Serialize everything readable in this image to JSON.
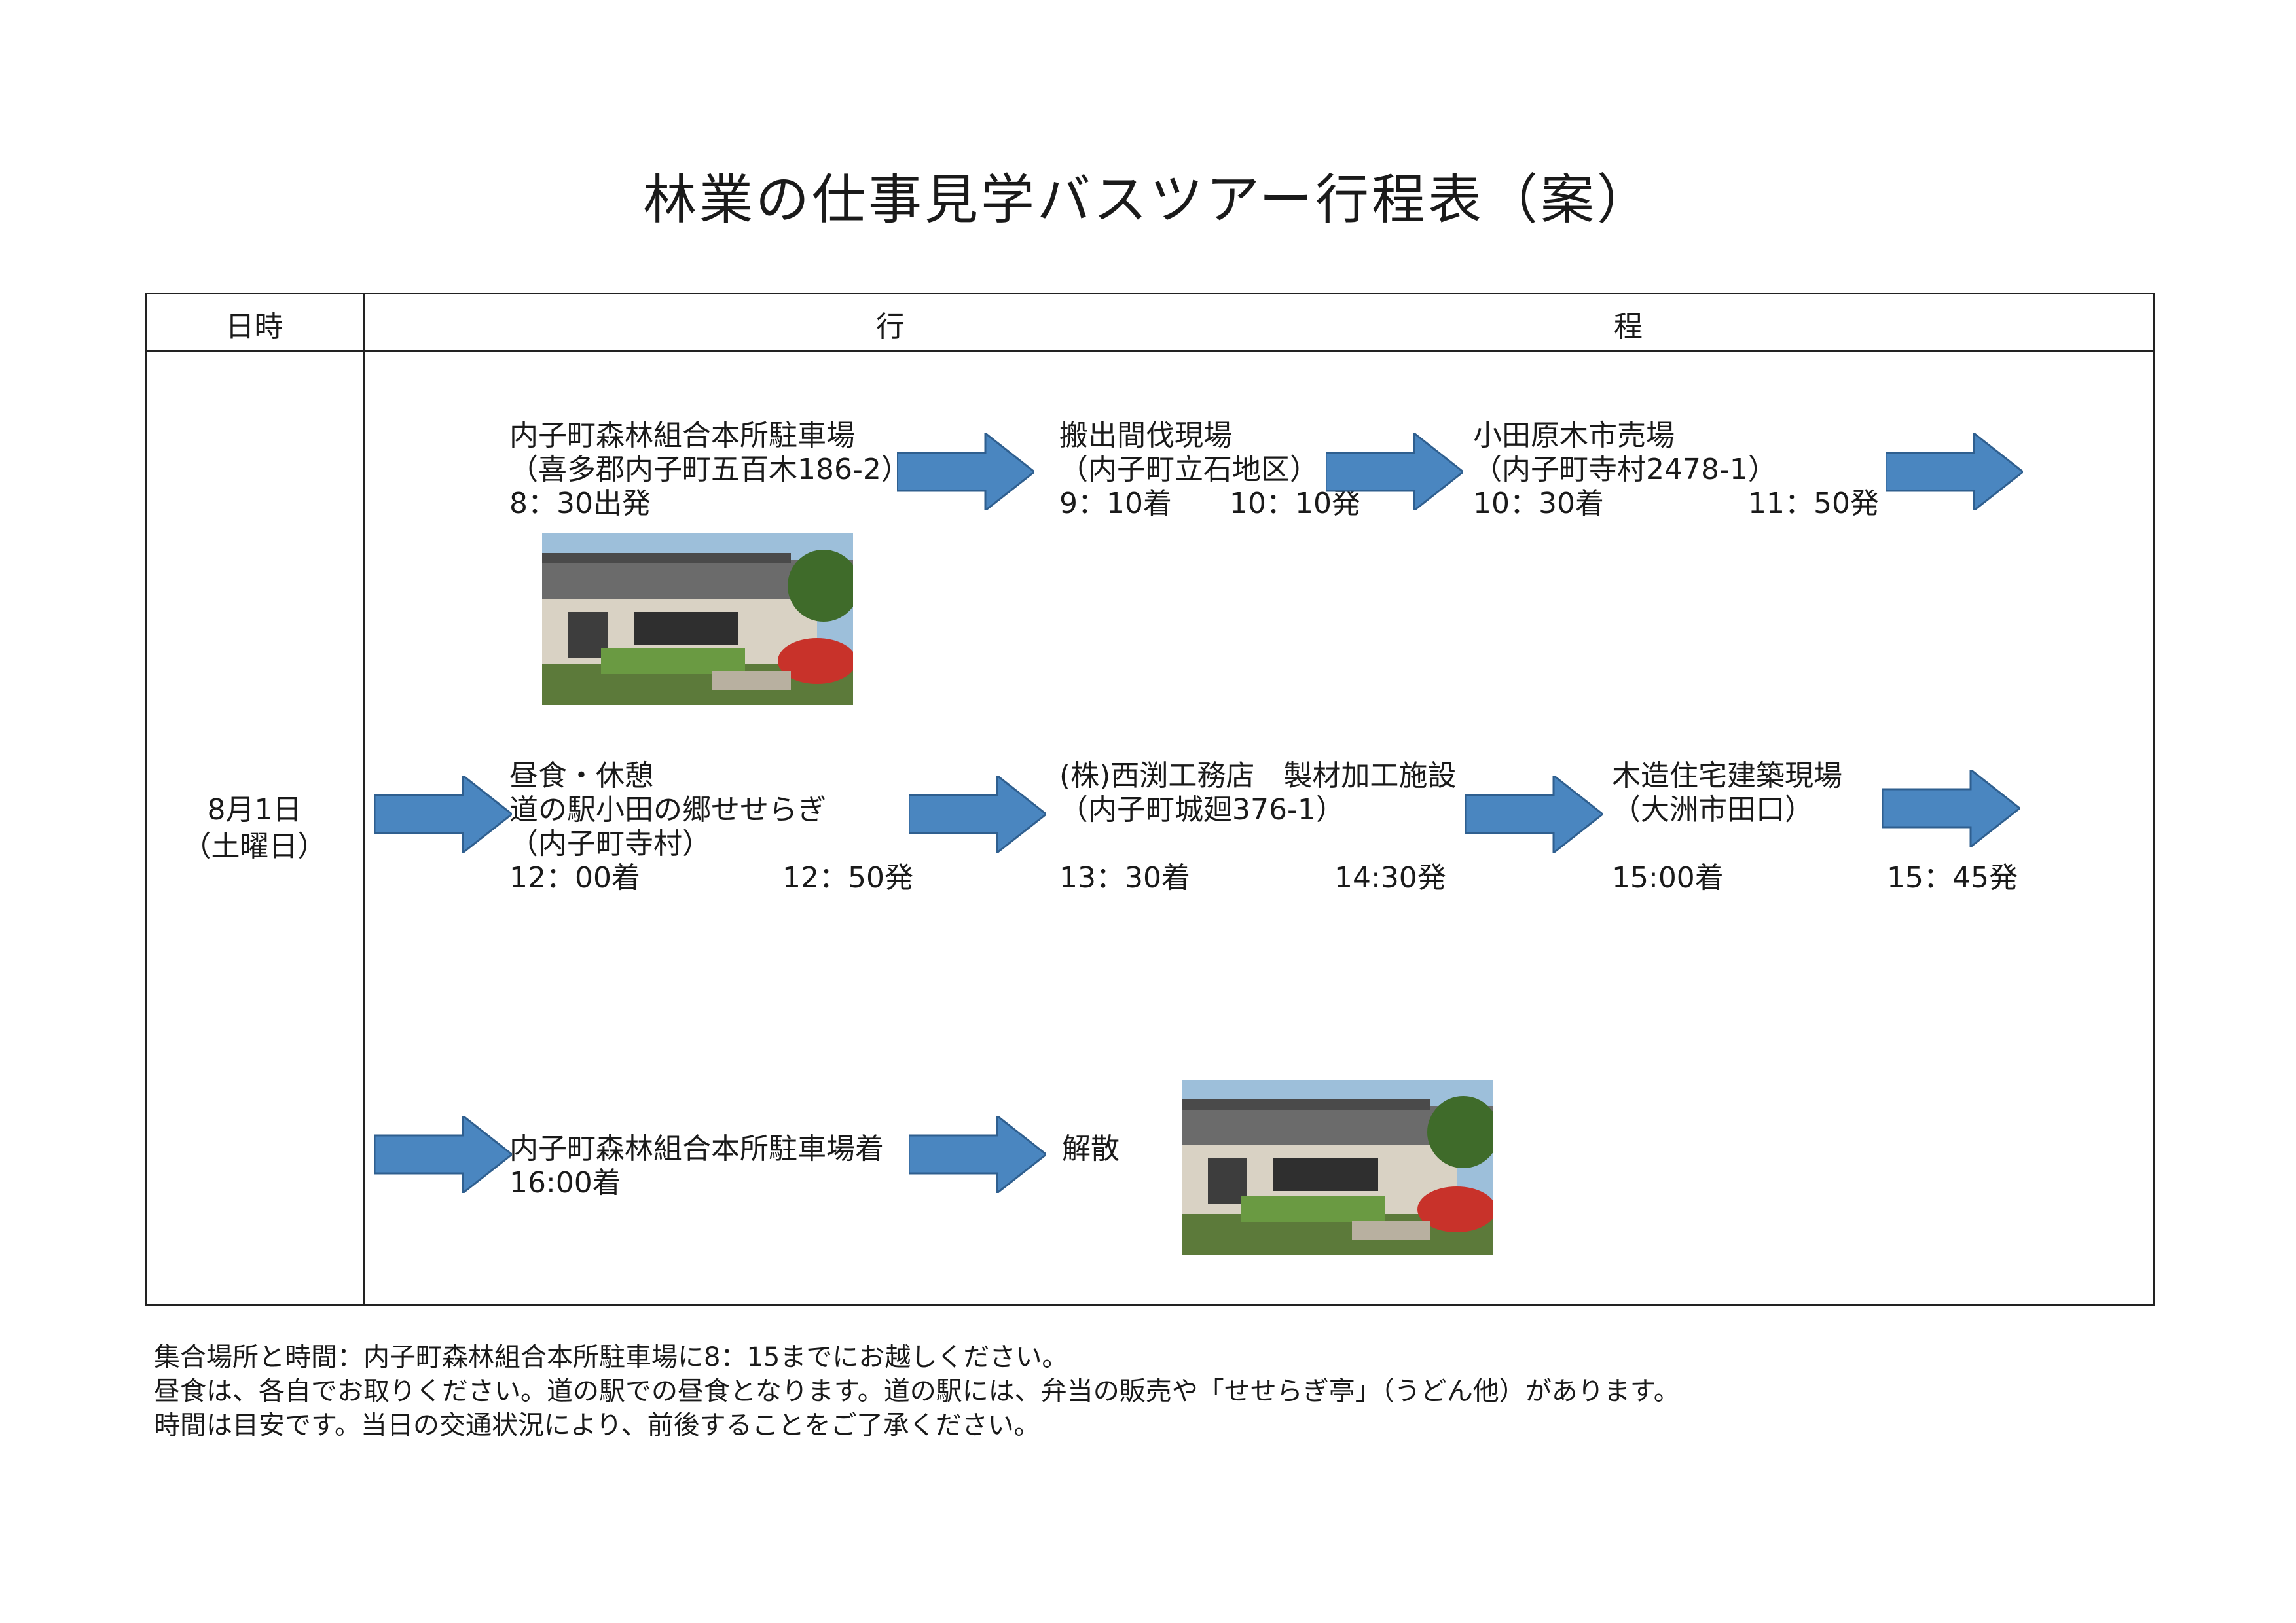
{
  "title": "林業の仕事見学バスツアー行程表（案）",
  "table": {
    "header_date": "日時",
    "header_itinerary_1": "行",
    "header_itinerary_2": "程",
    "date_line1": "8月1日",
    "date_line2": "（土曜日）"
  },
  "stops": [
    {
      "line1": "内子町森林組合本所駐車場",
      "line2": "（喜多郡内子町五百木186-2）",
      "line3": "8：30出発"
    },
    {
      "line1": "搬出間伐現場",
      "line2": "（内子町立石地区）",
      "arrive": "9：10着",
      "depart": "10：10発"
    },
    {
      "line1": "小田原木市売場",
      "line2": "（内子町寺村2478-1）",
      "arrive": "10：30着",
      "depart": "11：50発"
    },
    {
      "line1": "昼食・休憩",
      "line2": "道の駅小田の郷せせらぎ",
      "line3": "（内子町寺村）",
      "arrive": "12：00着",
      "depart": "12：50発"
    },
    {
      "line1": "(株)西渕工務店　製材加工施設",
      "line2": "（内子町城廻376-1）",
      "arrive": "13：30着",
      "depart": "14:30発"
    },
    {
      "line1": "木造住宅建築現場",
      "line2": "（大洲市田口）",
      "arrive": "15:00着",
      "depart": "15：45発"
    },
    {
      "line1": "内子町森林組合本所駐車場着",
      "line2": "16:00着"
    },
    {
      "line1": "解散"
    }
  ],
  "notes": [
    "集合場所と時間：内子町森林組合本所駐車場に8：15までにお越しください。",
    "昼食は、各自でお取りください。道の駅での昼食となります。道の駅には、弁当の販売や「せせらぎ亭」（うどん他）があります。",
    "時間は目安です。当日の交通状況により、前後することをご了承ください。"
  ],
  "colors": {
    "arrow": "#4a86c0",
    "arrow_edge": "#2f5f8f",
    "border": "#222222"
  },
  "icons": [
    "right-arrow-icon",
    "building-photo"
  ]
}
